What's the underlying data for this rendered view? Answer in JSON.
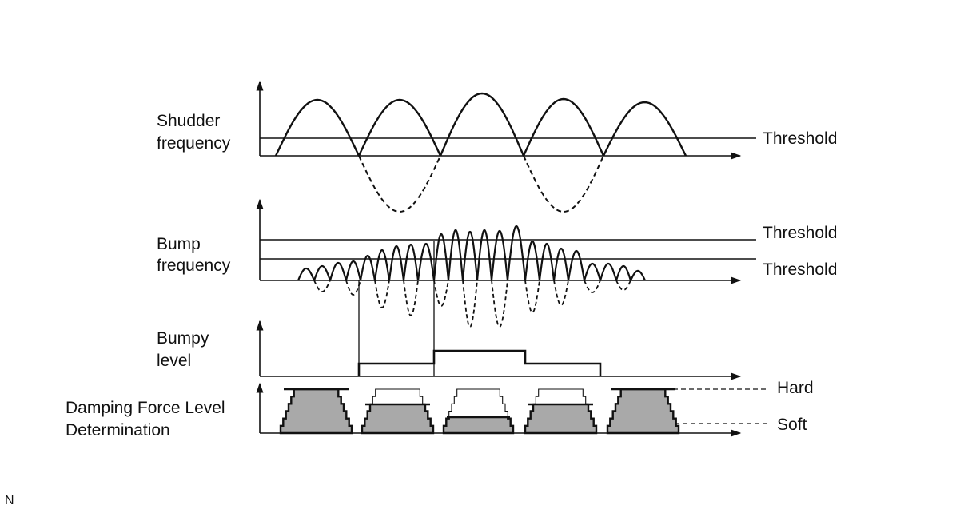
{
  "labels": {
    "shudder_line1": "Shudder",
    "shudder_line2": "frequency",
    "bump_line1": "Bump",
    "bump_line2": "frequency",
    "bumpy_line1": "Bumpy",
    "bumpy_line2": "level",
    "damping_line1": "Damping Force Level",
    "damping_line2": "Determination",
    "threshold_shudder": "Threshold",
    "threshold_bump_upper": "Threshold",
    "threshold_bump_lower": "Threshold",
    "hard": "Hard",
    "soft": "Soft",
    "corner_mark": "N"
  },
  "colors": {
    "ink": "#111111",
    "fill_gray": "#a9a9a9"
  }
}
